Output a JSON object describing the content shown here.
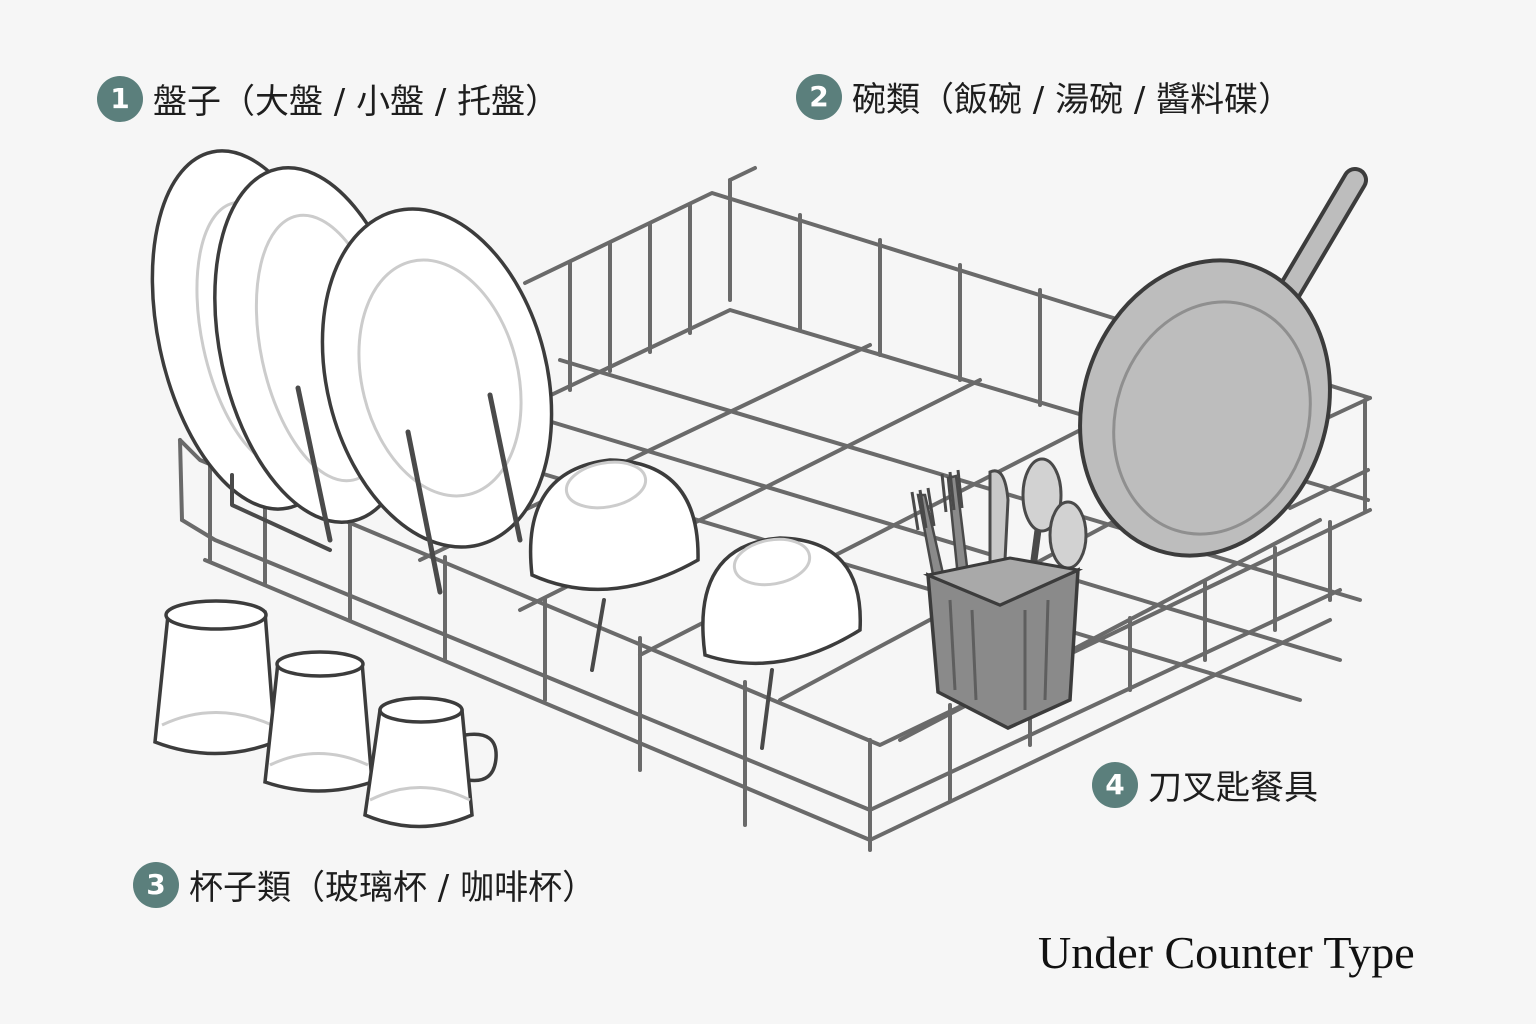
{
  "callouts": [
    {
      "num": "1",
      "label": "盤子（大盤 / 小盤 / 托盤）"
    },
    {
      "num": "2",
      "label": "碗類（飯碗 / 湯碗 / 醬料碟）"
    },
    {
      "num": "3",
      "label": "杯子類（玻璃杯 / 咖啡杯）"
    },
    {
      "num": "4",
      "label": "刀叉匙餐具"
    }
  ],
  "footer": {
    "title": "Under Counter Type"
  },
  "colors": {
    "badge": "#5b7f7c",
    "wire": "#6a6a6a",
    "pan": "#bdbdbd",
    "cutlery_basket": "#8a8a8a",
    "background": "#f6f6f6"
  },
  "icons": {
    "rack": "dish-rack-icon",
    "plates": "plate-icon",
    "bowls": "bowl-icon",
    "cups": "cup-icon",
    "pan": "frying-pan-icon",
    "cutlery": "cutlery-basket-icon"
  }
}
